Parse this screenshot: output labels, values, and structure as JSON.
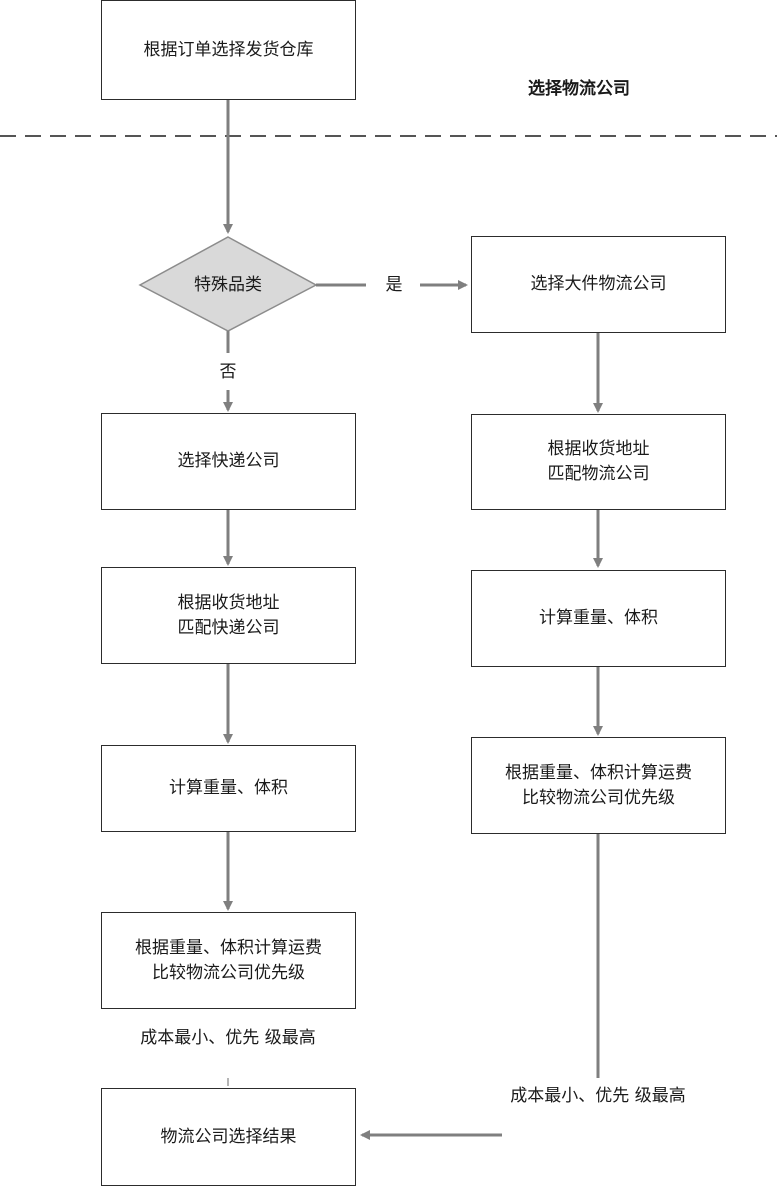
{
  "section_title": "选择物流公司",
  "nodes": {
    "select_warehouse": "根据订单选择发货仓库",
    "special_category": "特殊品类",
    "select_bulky": "选择大件物流公司",
    "right_match": [
      "根据收货地址",
      "匹配物流公司"
    ],
    "right_calc": "计算重量、体积",
    "right_compare": [
      "根据重量、体积计算运费",
      "比较物流公司优先级"
    ],
    "select_express": "选择快递公司",
    "left_match": [
      "根据收货地址",
      "匹配快递公司"
    ],
    "left_calc": "计算重量、体积",
    "left_compare": [
      "根据重量、体积计算运费",
      "比较物流公司优先级"
    ],
    "result": "物流公司选择结果"
  },
  "edge_labels": {
    "yes": "是",
    "no": "否",
    "left_criteria": [
      "成本最小、优先",
      "级最高"
    ],
    "right_criteria": [
      "成本最小、优先",
      "级最高"
    ]
  }
}
